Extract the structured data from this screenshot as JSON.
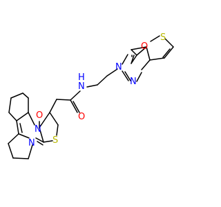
{
  "colors": {
    "bond": "#000000",
    "carbon": "#000000",
    "oxygen": "#ff0000",
    "nitrogen": "#0000ff",
    "sulfur": "#b8b800",
    "background": "#ffffff"
  },
  "atoms": {
    "o_thienopyrimidinone": "O",
    "s_thiophene": "S",
    "n_amide": "N",
    "h_amide": "H",
    "n3_pyrimidinone": "N",
    "n1_pyrimidinone": "N",
    "o_amide": "O",
    "o_tricyclic": "O",
    "n_bridgehead": "N",
    "s_thiazoline": "S",
    "n_pyrimidine": "N"
  }
}
